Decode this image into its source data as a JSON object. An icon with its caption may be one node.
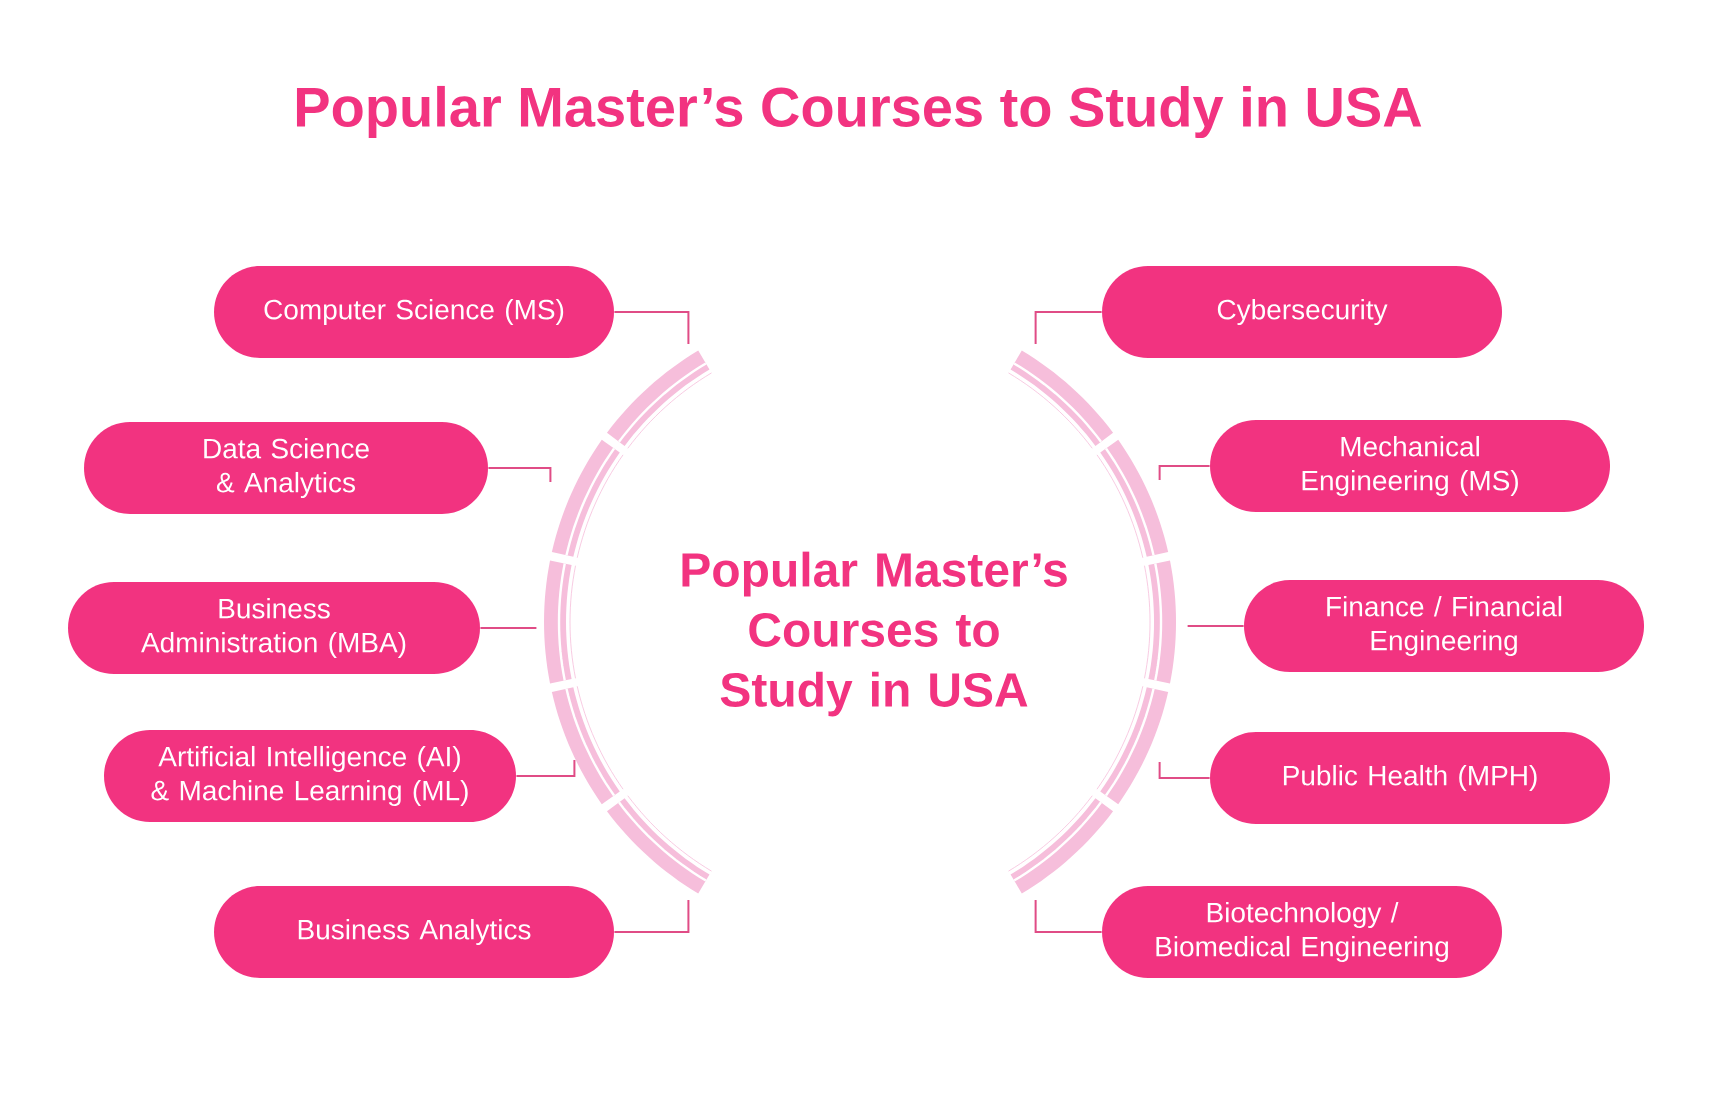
{
  "diagram": {
    "title": "Popular Master’s Courses to Study in USA",
    "nodes": [
      {
        "text": [
          "Computer Science (MS)"
        ]
      },
      {
        "text": [
          "Data Science & Analytics"
        ]
      },
      {
        "text": [
          "Business Administration (MBA)"
        ]
      },
      {
        "text": [
          "Artificial Intelligence (AI) & Machine Learning (ML)"
        ]
      },
      {
        "text": [
          "Business Analytics"
        ]
      },
      {
        "text": [
          "Cybersecurity"
        ]
      },
      {
        "text": [
          "Mechanical Engineering (MS)"
        ]
      },
      {
        "text": [
          "Finance / Financial Engineering"
        ]
      },
      {
        "text": [
          "Public Health (MPH)"
        ]
      },
      {
        "text": [
          "Biotechnology / Biomedical Engineering"
        ]
      }
    ],
    "edges": [
      {
        "from": 0,
        "to": null,
        "arrow": "none"
      },
      {
        "from": 1,
        "to": null,
        "arrow": "none"
      },
      {
        "from": 2,
        "to": null,
        "arrow": "none"
      },
      {
        "from": 3,
        "to": null,
        "arrow": "none"
      },
      {
        "from": 4,
        "to": null,
        "arrow": "none"
      },
      {
        "from": 5,
        "to": null,
        "arrow": "none"
      },
      {
        "from": 6,
        "to": null,
        "arrow": "none"
      },
      {
        "from": 7,
        "to": null,
        "arrow": "none"
      },
      {
        "from": 8,
        "to": null,
        "arrow": "none"
      },
      {
        "from": 9,
        "to": null,
        "arrow": "none"
      }
    ],
    "labels": [
      "Popular Master’s Courses to Study in USA"
    ]
  }
}
